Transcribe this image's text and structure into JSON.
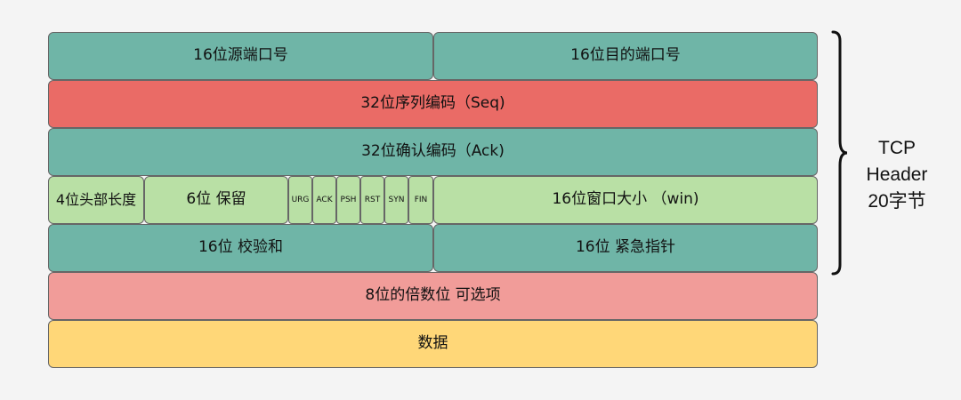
{
  "rows": {
    "src_port": "16位源端口号",
    "dst_port": "16位目的端口号",
    "seq": "32位序列编码（Seq)",
    "ack": "32位确认编码（Ack)",
    "header_len": "4位头部长度",
    "reserved": "6位 保留",
    "flags": [
      "URG",
      "ACK",
      "PSH",
      "RST",
      "SYN",
      "FIN"
    ],
    "window": "16位窗口大小 （win)",
    "checksum": "16位 校验和",
    "urgent": "16位 紧急指针",
    "options": "8位的倍数位 可选项",
    "data": "数据"
  },
  "label": {
    "line1": "TCP",
    "line2": "Header",
    "line3": "20字节"
  },
  "colors": {
    "teal": "#6fb5a7",
    "red": "#ea6b66",
    "green": "#b9e0a5",
    "pink": "#f19c99",
    "yellow": "#ffd778"
  }
}
